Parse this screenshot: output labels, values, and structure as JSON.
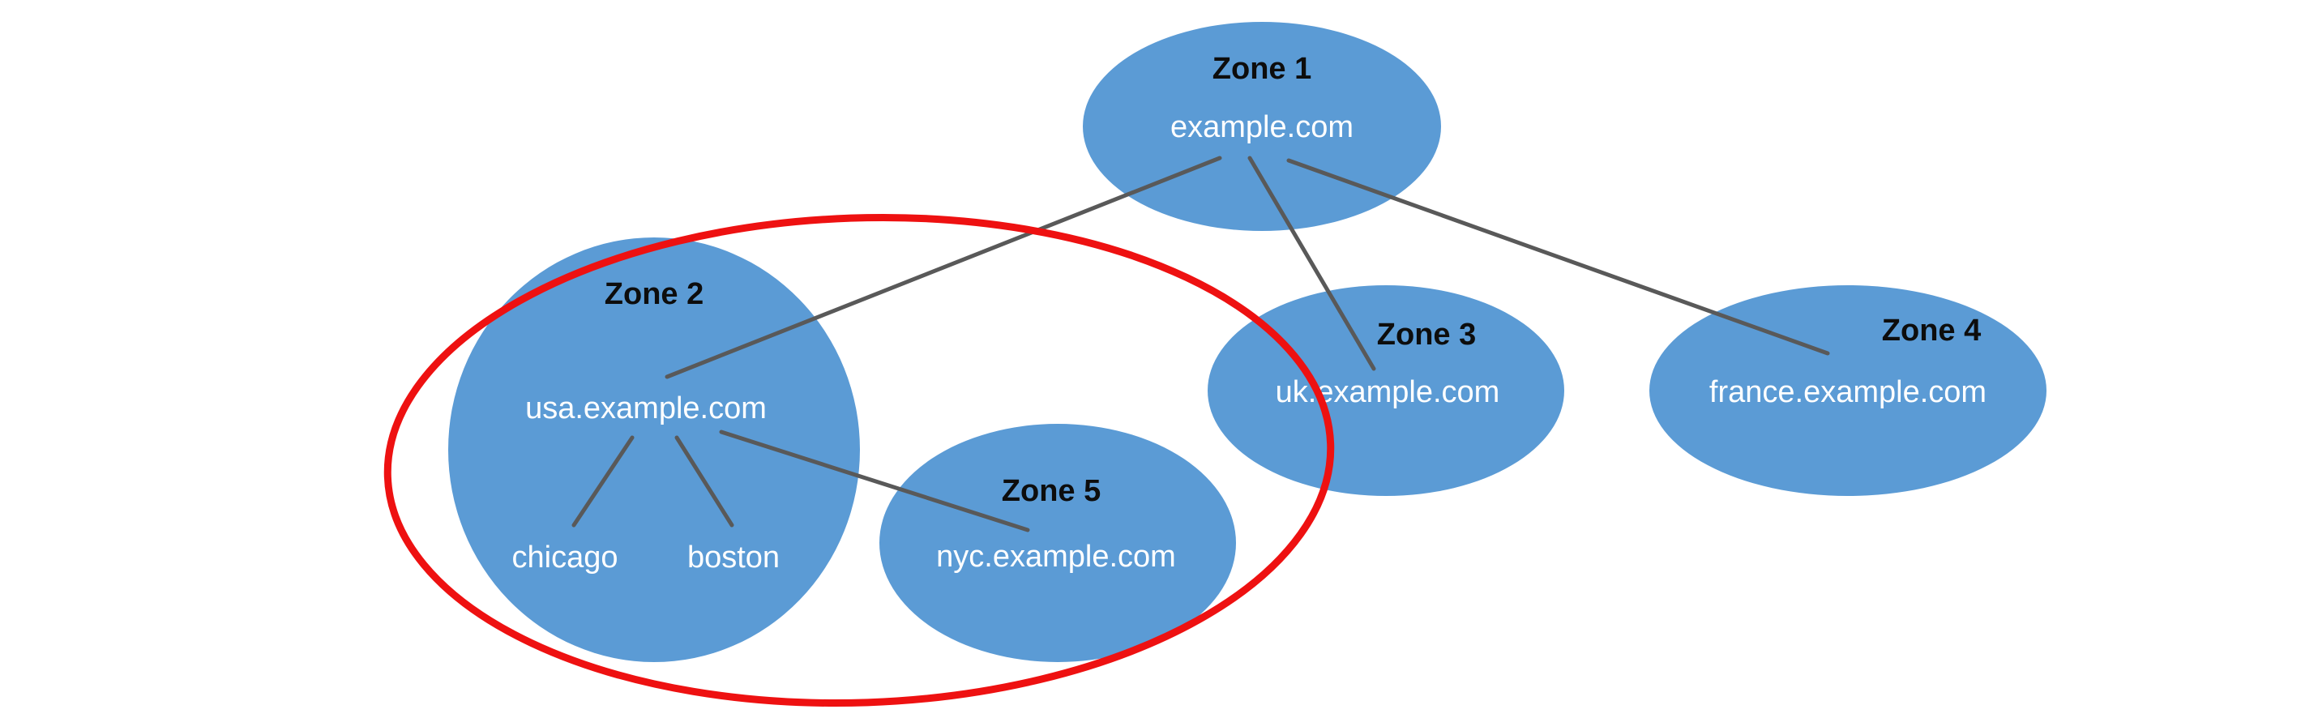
{
  "colors": {
    "zone_fill": "#5b9bd5",
    "link_stroke": "#595959",
    "highlight_stroke": "#ee1111",
    "title_text": "#0d0d0d",
    "label_text": "#ffffff",
    "background": "#ffffff"
  },
  "zones": [
    {
      "id": "zone1",
      "title": "Zone 1",
      "domain": "example.com"
    },
    {
      "id": "zone2",
      "title": "Zone 2",
      "domain": "usa.example.com",
      "subdomains": [
        "chicago",
        "boston"
      ]
    },
    {
      "id": "zone3",
      "title": "Zone 3",
      "domain": "uk.example.com"
    },
    {
      "id": "zone4",
      "title": "Zone 4",
      "domain": "france.example.com"
    },
    {
      "id": "zone5",
      "title": "Zone 5",
      "domain": "nyc.example.com"
    }
  ],
  "links": [
    {
      "from": "example.com",
      "to": "usa.example.com"
    },
    {
      "from": "example.com",
      "to": "uk.example.com"
    },
    {
      "from": "example.com",
      "to": "france.example.com"
    },
    {
      "from": "usa.example.com",
      "to": "chicago"
    },
    {
      "from": "usa.example.com",
      "to": "boston"
    },
    {
      "from": "usa.example.com",
      "to": "nyc.example.com"
    }
  ],
  "highlight": {
    "encloses": [
      "Zone 2",
      "Zone 5"
    ]
  }
}
